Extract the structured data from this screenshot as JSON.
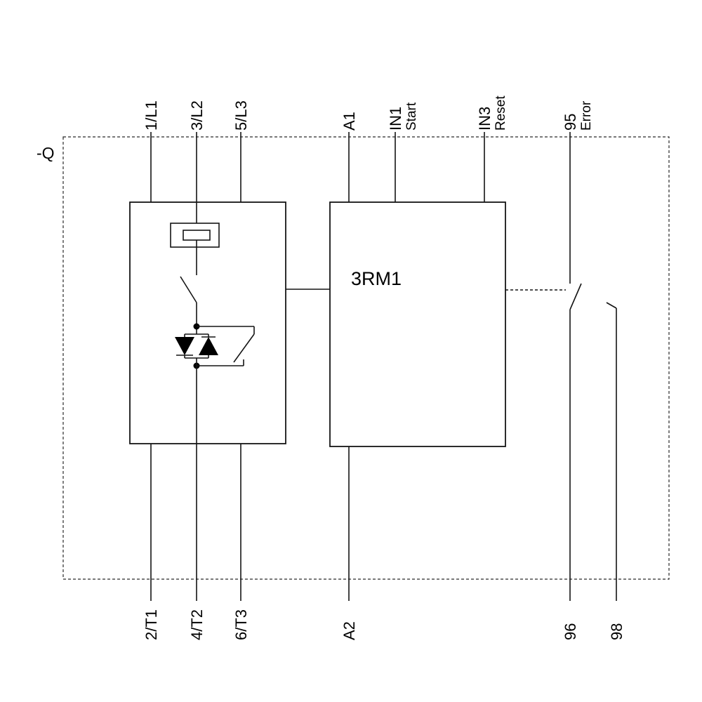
{
  "diagram": {
    "designator": "-Q",
    "device_label": "3RM1",
    "top_terminals": [
      {
        "id": "1/L1",
        "function": ""
      },
      {
        "id": "3/L2",
        "function": ""
      },
      {
        "id": "5/L3",
        "function": ""
      },
      {
        "id": "A1",
        "function": ""
      },
      {
        "id": "IN1",
        "function": "Start"
      },
      {
        "id": "IN3",
        "function": "Reset"
      },
      {
        "id": "95",
        "function": "Error"
      }
    ],
    "bottom_terminals": [
      {
        "id": "2/T1"
      },
      {
        "id": "4/T2"
      },
      {
        "id": "6/T3"
      },
      {
        "id": "A2"
      },
      {
        "id": "96"
      },
      {
        "id": "98"
      }
    ],
    "colors": {
      "stroke": "#141414",
      "background": "#ffffff"
    }
  }
}
